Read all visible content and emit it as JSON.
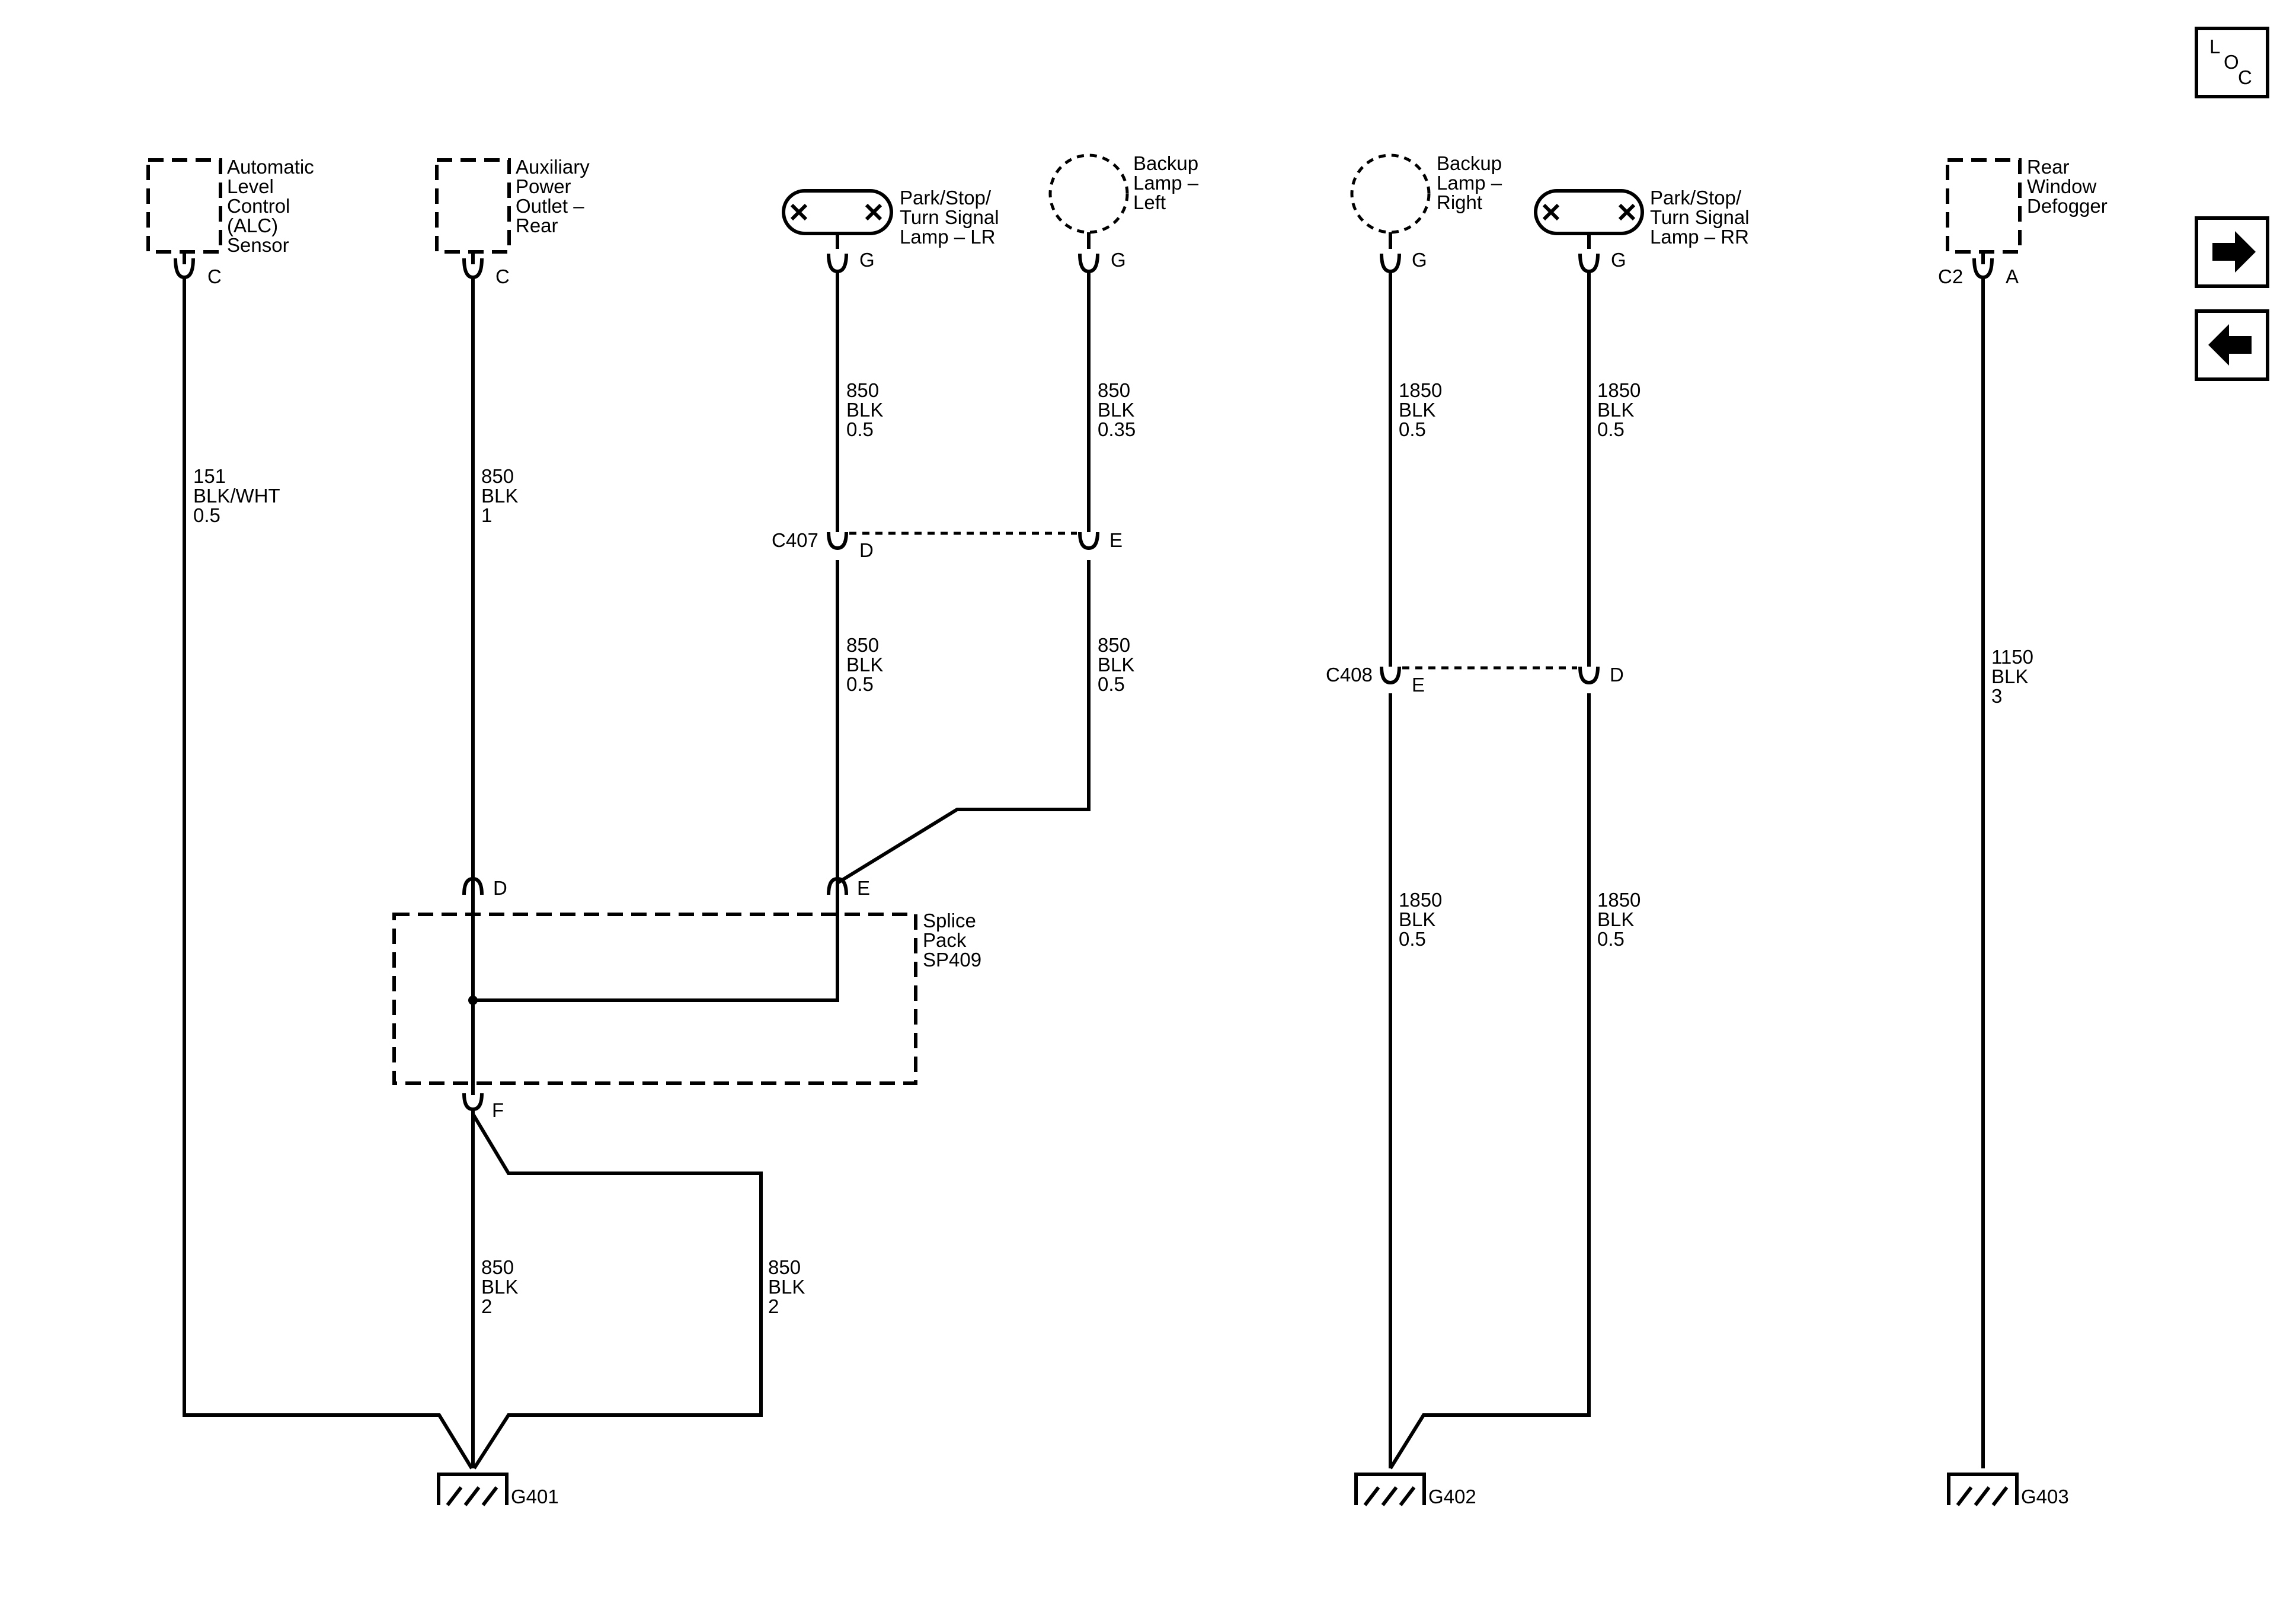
{
  "components": {
    "alc_sensor": {
      "name": "Automatic\nLevel\nControl\n(ALC)\nSensor",
      "pin": "C"
    },
    "aux_outlet": {
      "name": "Auxiliary\nPower\nOutlet –\nRear",
      "pin": "C"
    },
    "lamp_lr": {
      "name": "Park/Stop/\nTurn Signal\nLamp – LR",
      "pin": "G"
    },
    "backup_left": {
      "name": "Backup\nLamp –\nLeft",
      "pin": "G"
    },
    "backup_right": {
      "name": "Backup\nLamp –\nRight",
      "pin": "G"
    },
    "lamp_rr": {
      "name": "Park/Stop/\nTurn Signal\nLamp – RR",
      "pin": "G"
    },
    "defogger": {
      "name": "Rear\nWindow\nDefogger",
      "connector": "C2",
      "pin": "A"
    }
  },
  "connectors": {
    "c407": {
      "name": "C407",
      "pin_left": "D",
      "pin_right": "E"
    },
    "c408": {
      "name": "C408",
      "pin_left": "E",
      "pin_right": "D"
    }
  },
  "splice": {
    "name": "Splice\nPack\nSP409",
    "pin_top_left": "D",
    "pin_top_right": "E",
    "pin_bottom": "F"
  },
  "wires": {
    "alc": "151\nBLK/WHT\n0.5",
    "aux": "850\nBLK\n1",
    "lr_top": "850\nBLK\n0.5",
    "bl_top": "850\nBLK\n0.35",
    "lr_mid": "850\nBLK\n0.5",
    "bl_mid": "850\nBLK\n0.5",
    "br_top": "1850\nBLK\n0.5",
    "rr_top": "1850\nBLK\n0.5",
    "br_bot": "1850\nBLK\n0.5",
    "rr_bot": "1850\nBLK\n0.5",
    "def": "1150\nBLK\n3",
    "g401_a": "850\nBLK\n2",
    "g401_b": "850\nBLK\n2"
  },
  "grounds": {
    "g401": "G401",
    "g402": "G402",
    "g403": "G403"
  },
  "nav": {
    "loc_l": "L",
    "loc_o": "O",
    "loc_c": "C",
    "next_icon": "arrow-right-icon",
    "prev_icon": "arrow-left-icon"
  }
}
